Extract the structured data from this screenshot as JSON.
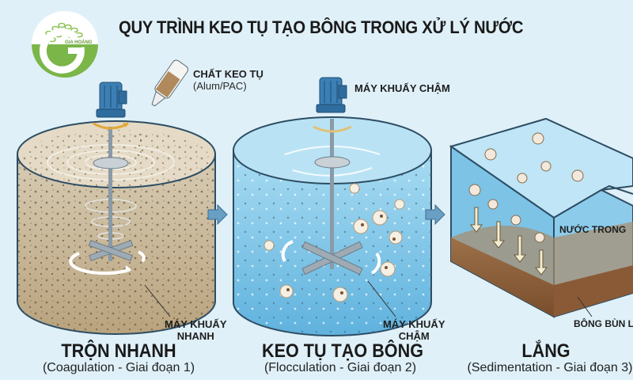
{
  "title": "QUY TRÌNH KEO TỤ TẠO BÔNG TRONG XỬ LÝ NƯỚC",
  "logo": {
    "letter": "G",
    "text": "GIA HOÀNG",
    "icon": "leaf-g-logo-icon"
  },
  "stages": [
    {
      "name": "TRỘN NHANH",
      "subtitle": "(Coagulation - Giai đoạn 1)",
      "callout_line1": "MÁY KHUẤY",
      "callout_line2": "NHANH",
      "chemical_label": "CHẤT KEO TỤ",
      "chemical_sub": "(Alum/PAC)"
    },
    {
      "name": "KEO TỤ TẠO BÔNG",
      "subtitle": "(Flocculation - Giai đoạn 2)",
      "callout_line1": "MÁY KHUẤY",
      "callout_line2": "CHẬM",
      "top_label": "MÁY KHUẤY CHẬM"
    },
    {
      "name": "LẮNG",
      "subtitle": "(Sedimentation - Giai đoạn 3)",
      "clear_water_label": "NƯỚC TRONG",
      "sludge_label": "BÔNG BÙN L"
    }
  ],
  "colors": {
    "background": "#dff0f8",
    "water_murky": "#c9b99a",
    "water_clear": "#7cc3e6",
    "motor": "#3c7fb5",
    "sludge": "#8a5a36",
    "arrow": "#6a9fc4",
    "logo_green": "#7ab648"
  }
}
